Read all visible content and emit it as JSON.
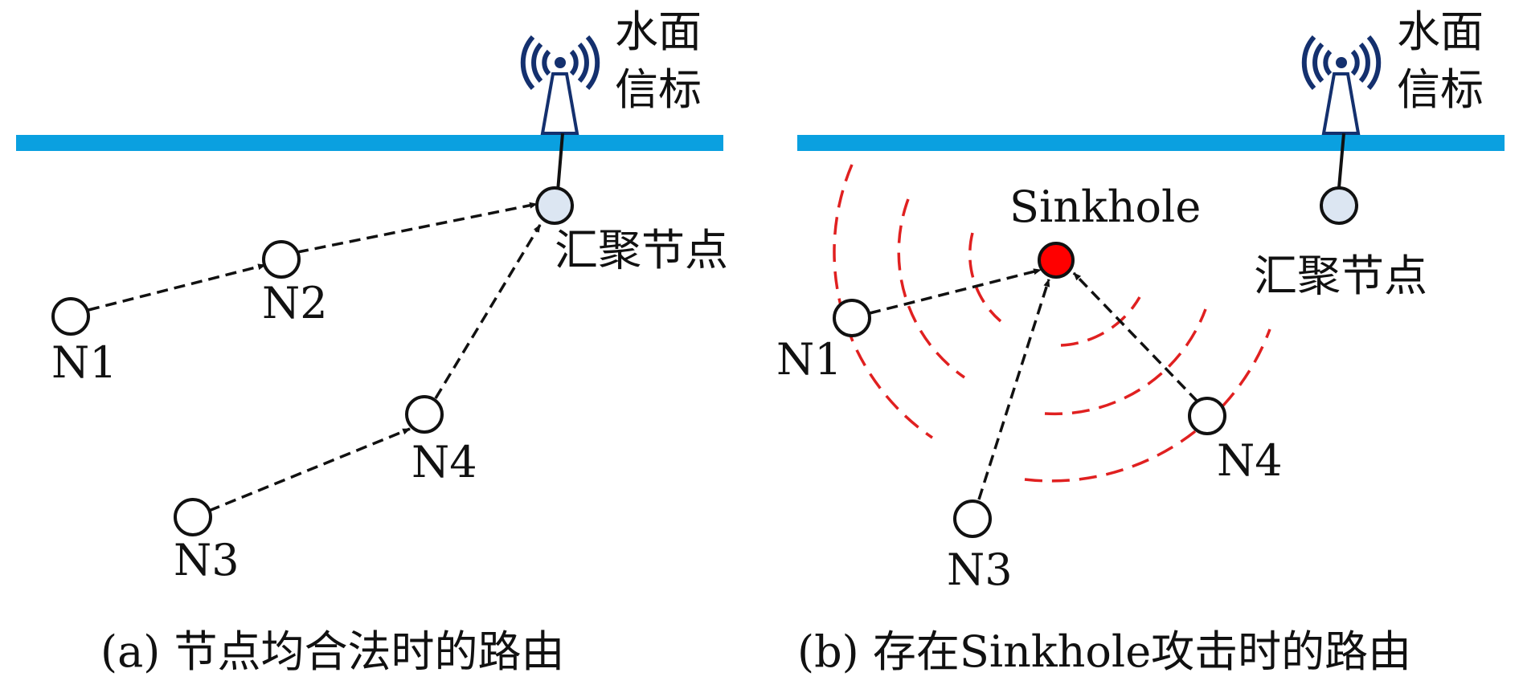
{
  "colors": {
    "surface": "#0aa0e0",
    "antenna": "#14306e",
    "sinkhole": "#ff0000",
    "sink_node_fill": "#dce6f2",
    "attack_wave": "#e02020",
    "link": "#111111"
  },
  "icons": {
    "beacon": "radio-tower-icon"
  },
  "panel_a": {
    "beacon_label_1": "水面",
    "beacon_label_2": "信标",
    "sink_label": "汇聚节点",
    "nodes": [
      "N1",
      "N2",
      "N3",
      "N4"
    ],
    "caption": "(a) 节点均合法时的路由"
  },
  "panel_b": {
    "beacon_label_1": "水面",
    "beacon_label_2": "信标",
    "sink_label": "汇聚节点",
    "sinkhole_label": "Sinkhole",
    "nodes": [
      "N1",
      "N3",
      "N4"
    ],
    "caption": "(b) 存在Sinkhole攻击时的路由"
  }
}
